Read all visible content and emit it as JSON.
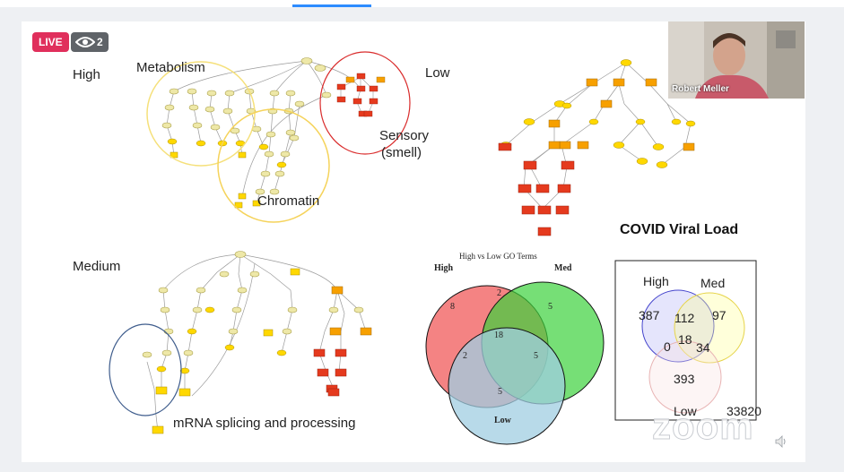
{
  "stream": {
    "live_label": "LIVE",
    "viewer_count": "2"
  },
  "participant": {
    "name": "Robert Meller"
  },
  "slide": {
    "labels": {
      "high": "High",
      "metabolism": "Metabolism",
      "low": "Low",
      "sensory": "Sensory",
      "smell": "(smell)",
      "chromatin": "Chromatin",
      "medium": "Medium",
      "mrna": "mRNA splicing and processing"
    },
    "go_venn": {
      "title": "High vs Low GO Terms",
      "set_labels": {
        "high": "High",
        "med": "Med",
        "low": "Low"
      },
      "values": {
        "high_only": "8",
        "high_med": "2",
        "med_only": "5",
        "all": "18",
        "high_low": "2",
        "med_low": "5",
        "low_only": "5"
      }
    },
    "covid": {
      "title": "COVID Viral Load",
      "set_labels": {
        "high": "High",
        "med": "Med",
        "low": "Low"
      },
      "values": {
        "high_only": "387",
        "high_med": "112",
        "med_only": "97",
        "high_low": "0",
        "all": "18",
        "med_low": "34",
        "low_only": "393",
        "outside": "33820"
      }
    }
  },
  "watermark": "zoom",
  "colors": {
    "live": "#e02f5c",
    "accent": "#2d8cff"
  },
  "icons": {
    "viewers": "eye-icon",
    "audio": "speaker-icon"
  }
}
